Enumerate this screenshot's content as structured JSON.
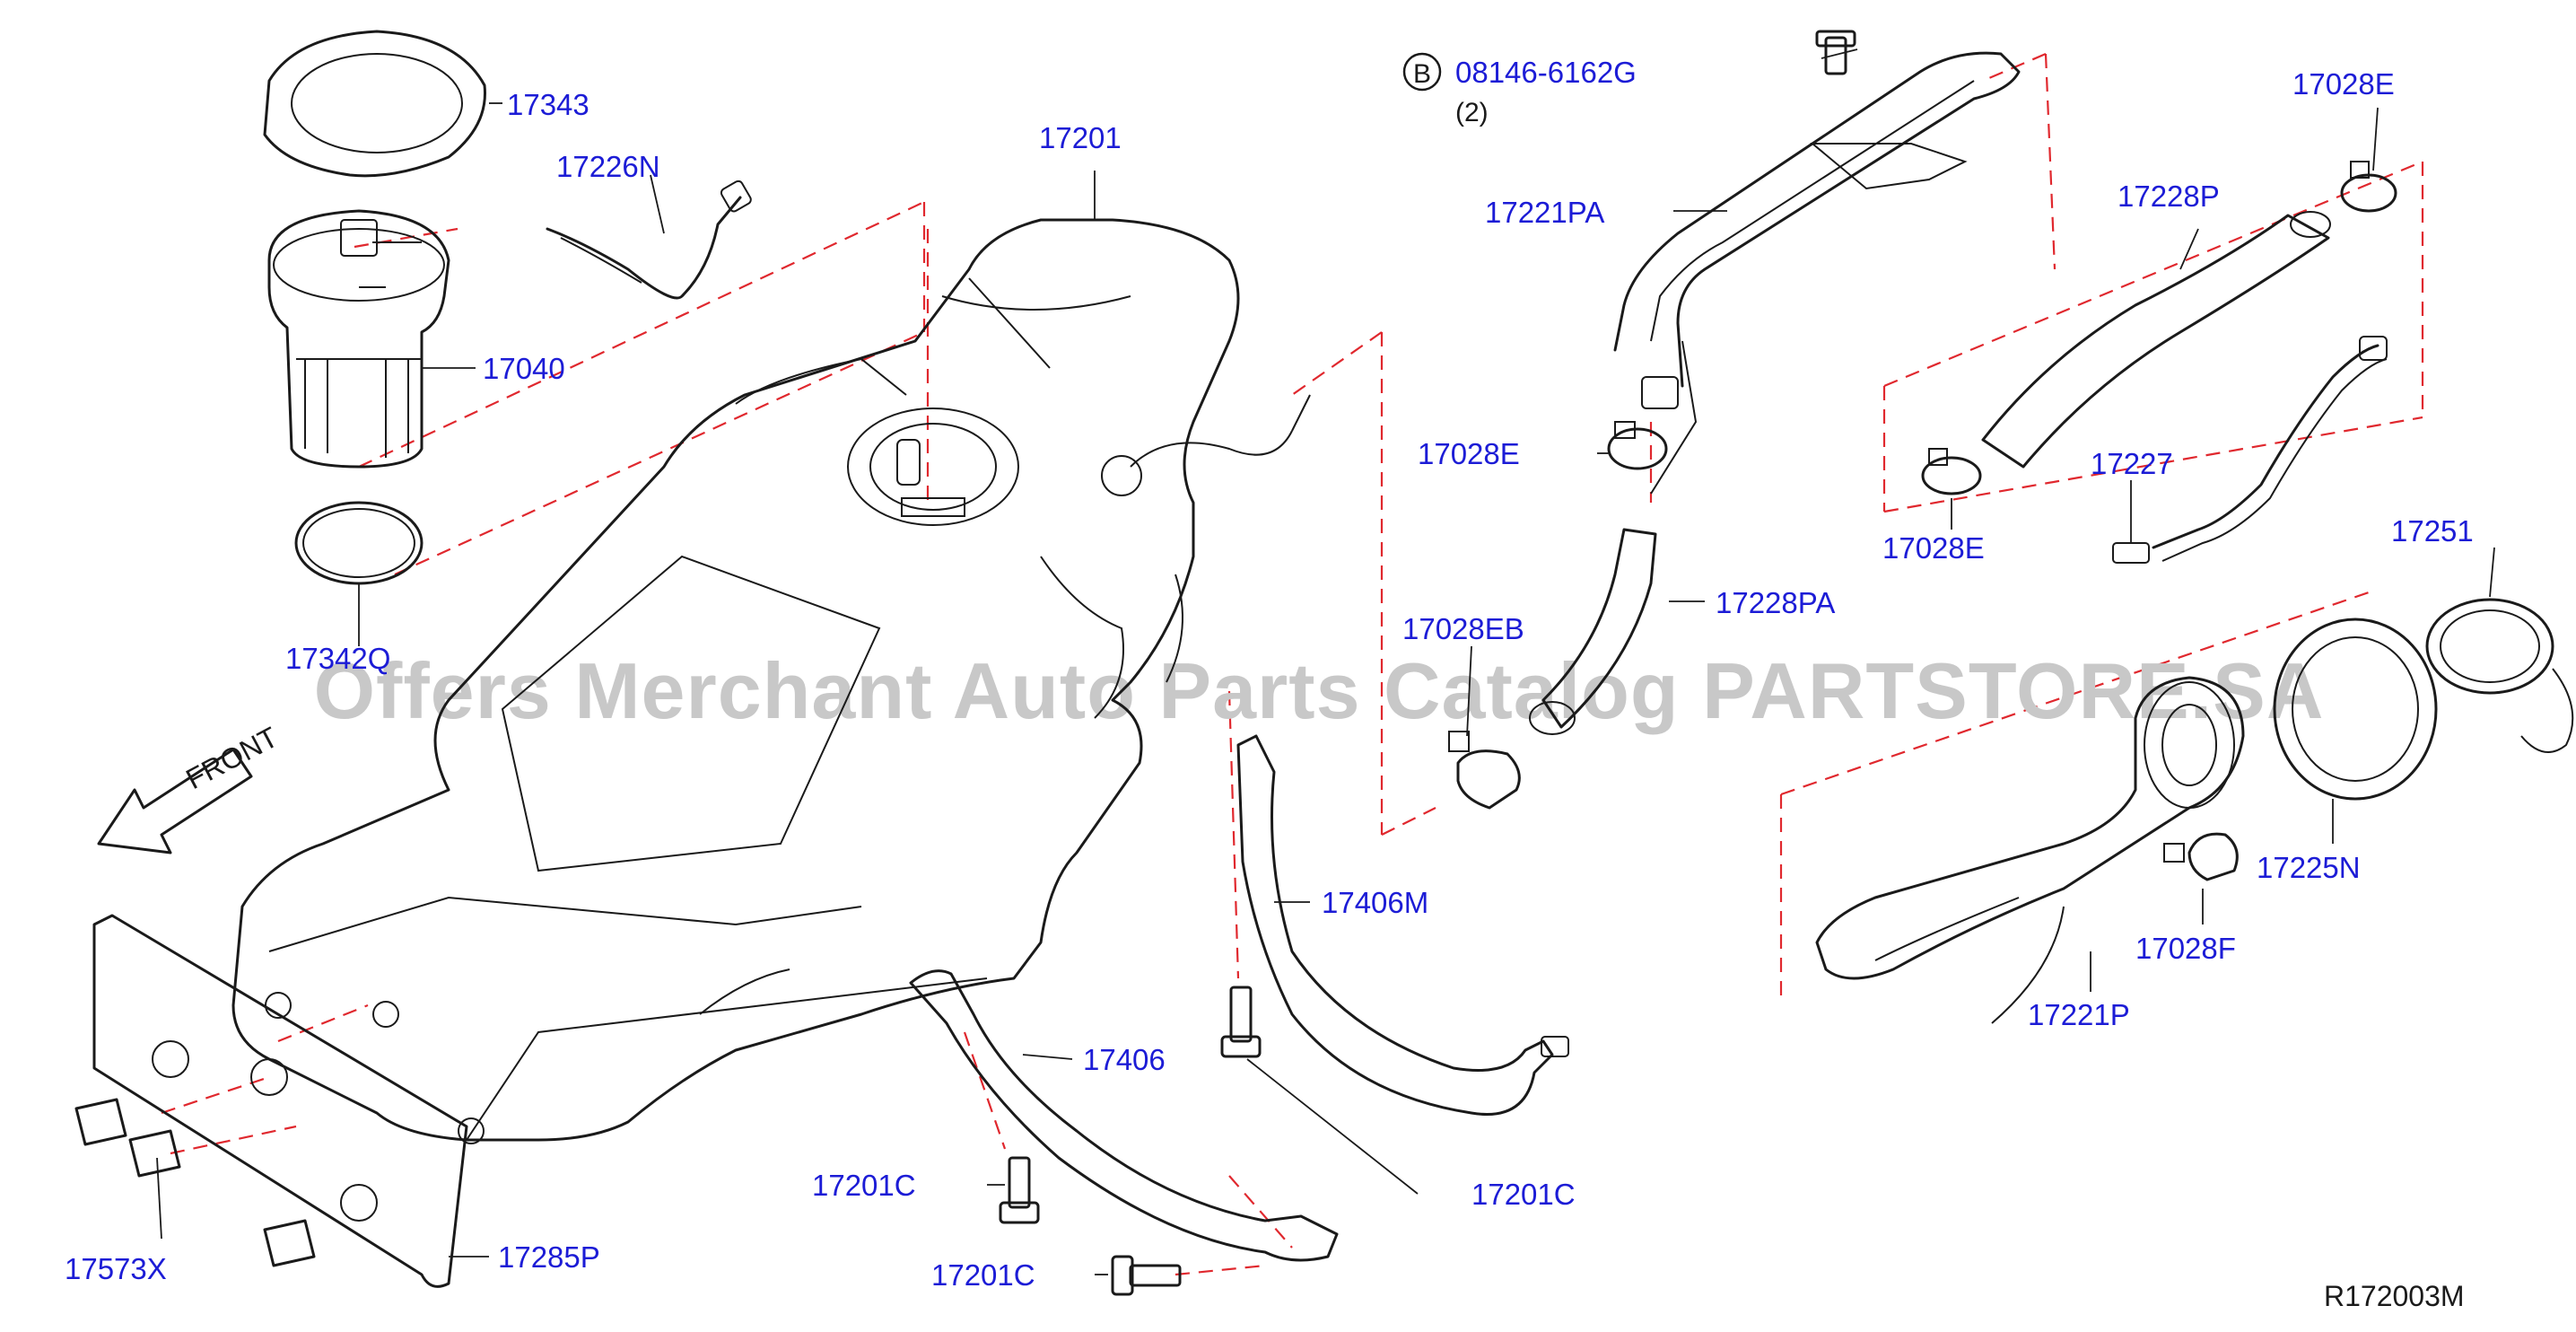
{
  "colors": {
    "label": "#1c1cd6",
    "line": "#1a1a1a",
    "dash": "#e0282e",
    "watermark": "#c8c8c8"
  },
  "watermark": "Offers Merchant Auto Parts Catalog PARTSTORE.SA",
  "drawing_id": "R172003M",
  "front_indicator": "FRONT",
  "bolt_callout": {
    "badge": "B",
    "part_number": "08146-6162G",
    "quantity": "(2)"
  },
  "parts": [
    {
      "id": "p17343",
      "label": "17343"
    },
    {
      "id": "p17226N",
      "label": "17226N"
    },
    {
      "id": "p17040",
      "label": "17040"
    },
    {
      "id": "p17342Q",
      "label": "17342Q"
    },
    {
      "id": "p17201",
      "label": "17201"
    },
    {
      "id": "p17221PA",
      "label": "17221PA"
    },
    {
      "id": "p17028E_a",
      "label": "17028E"
    },
    {
      "id": "p17028E_b",
      "label": "17028E"
    },
    {
      "id": "p17028E_c",
      "label": "17028E"
    },
    {
      "id": "p17228P",
      "label": "17228P"
    },
    {
      "id": "p17227",
      "label": "17227"
    },
    {
      "id": "p17028EB",
      "label": "17028EB"
    },
    {
      "id": "p17228PA",
      "label": "17228PA"
    },
    {
      "id": "p17251",
      "label": "17251"
    },
    {
      "id": "p17406M",
      "label": "17406M"
    },
    {
      "id": "p17406",
      "label": "17406"
    },
    {
      "id": "p17201C_a",
      "label": "17201C"
    },
    {
      "id": "p17201C_b",
      "label": "17201C"
    },
    {
      "id": "p17201C_c",
      "label": "17201C"
    },
    {
      "id": "p17225N",
      "label": "17225N"
    },
    {
      "id": "p17028F",
      "label": "17028F"
    },
    {
      "id": "p17221P",
      "label": "17221P"
    },
    {
      "id": "p17285P",
      "label": "17285P"
    },
    {
      "id": "p17573X",
      "label": "17573X"
    }
  ]
}
